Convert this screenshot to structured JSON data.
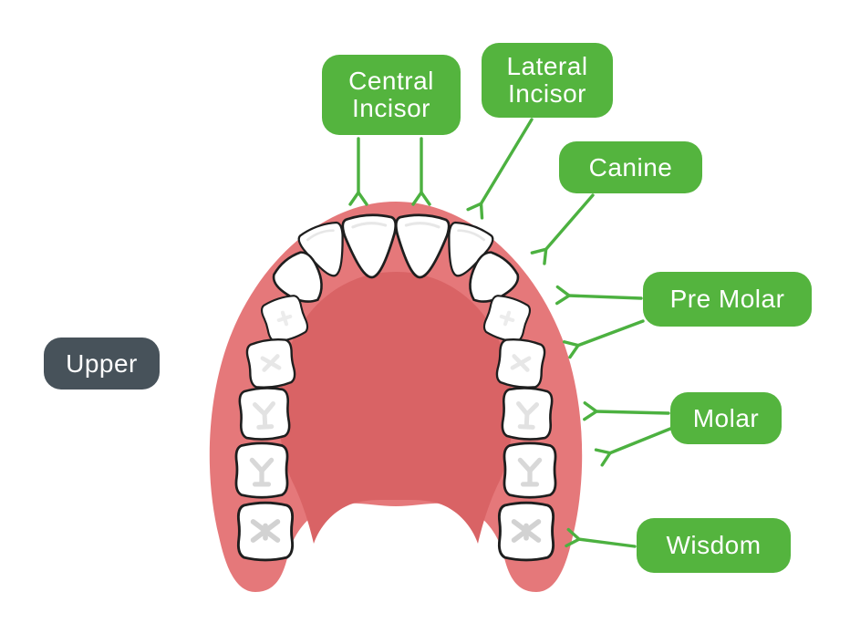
{
  "labels": {
    "upper": "Upper",
    "central_incisor": "Central\nIncisor",
    "lateral_incisor": "Lateral\nIncisor",
    "canine": "Canine",
    "pre_molar": "Pre Molar",
    "molar": "Molar",
    "wisdom": "Wisdom"
  },
  "colors": {
    "label_green": "#54B43E",
    "arrow_green": "#4CB140",
    "upper_dark": "#47525A",
    "gum": "#E5787A",
    "palate": "#D96365",
    "tooth_fill": "#FFFFFF",
    "tooth_outline": "#1E1E1E",
    "mark_gray": "#D8D8D8",
    "mark_faint": "#E7E7E7",
    "background": "#FFFFFF"
  },
  "diagram": {
    "type": "dental-anatomy",
    "view": "upper-arch-occlusal",
    "teeth_per_side": [
      "central-incisor",
      "lateral-incisor",
      "canine",
      "first-premolar",
      "second-premolar",
      "first-molar",
      "second-molar",
      "wisdom"
    ]
  }
}
